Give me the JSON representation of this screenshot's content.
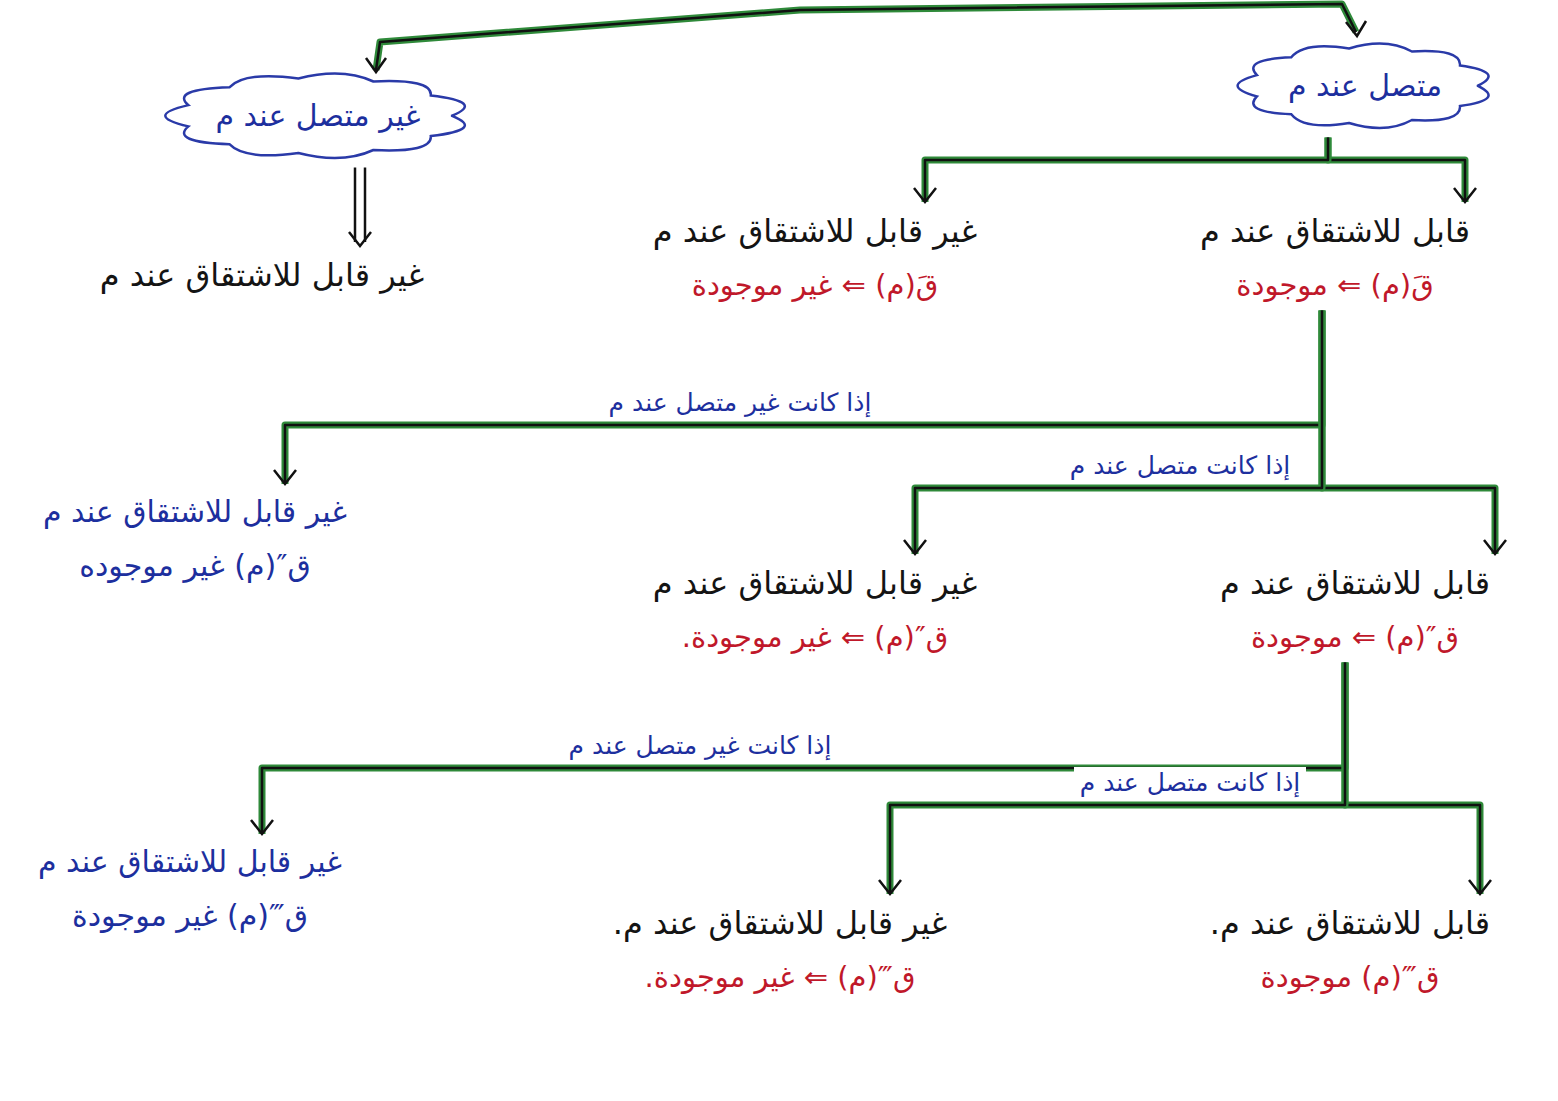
{
  "diagram": {
    "nodes": [
      {
        "text": [
          "متصل عند م"
        ]
      },
      {
        "text": [
          "غير متصل عند م"
        ]
      },
      {
        "text": [
          "قابل للاشتقاق عند م",
          "قَ(م) ⇐ موجودة"
        ]
      },
      {
        "text": [
          "غير قابل للاشتقاق عند م",
          "قَ(م) ⇐ غير موجودة"
        ]
      },
      {
        "text": [
          "غير قابل للاشتقاق عند م"
        ]
      },
      {
        "text": [
          "قابل للاشتقاق عند م",
          "ق″(م) ⇐ موجودة"
        ]
      },
      {
        "text": [
          "غير قابل للاشتقاق عند م",
          "ق″(م) ⇐ غير موجودة."
        ]
      },
      {
        "text": [
          "غير قابل للاشتقاق عند م",
          "ق″(م) غير موجوده"
        ]
      },
      {
        "text": [
          "قابل للاشتقاق عند م.",
          "ق‴(م) موجودة"
        ]
      },
      {
        "text": [
          "غير قابل للاشتقاق عند م.",
          "ق‴(م) ⇐ غير موجودة."
        ]
      },
      {
        "text": [
          "غير قابل للاشتقاق عند م",
          "ق‴(م) غير موجودة"
        ]
      }
    ],
    "edges": [
      {
        "from": 0,
        "to": 2,
        "arrow": "to"
      },
      {
        "from": 0,
        "to": 3,
        "arrow": "to"
      },
      {
        "from": 1,
        "to": 4,
        "arrow": "to"
      },
      {
        "from": 2,
        "to": 7,
        "arrow": "to",
        "label": "إذا كانت غير متصل عند م"
      },
      {
        "from": 2,
        "to": 5,
        "arrow": "to",
        "label": "إذا كانت متصل عند م"
      },
      {
        "from": 2,
        "to": 6,
        "arrow": "to"
      },
      {
        "from": 5,
        "to": 10,
        "arrow": "to",
        "label": "إذا كانت غير متصل عند م"
      },
      {
        "from": 5,
        "to": 8,
        "arrow": "to",
        "label": "إذا كانت متصل عند م"
      },
      {
        "from": 5,
        "to": 9,
        "arrow": "to"
      }
    ]
  }
}
